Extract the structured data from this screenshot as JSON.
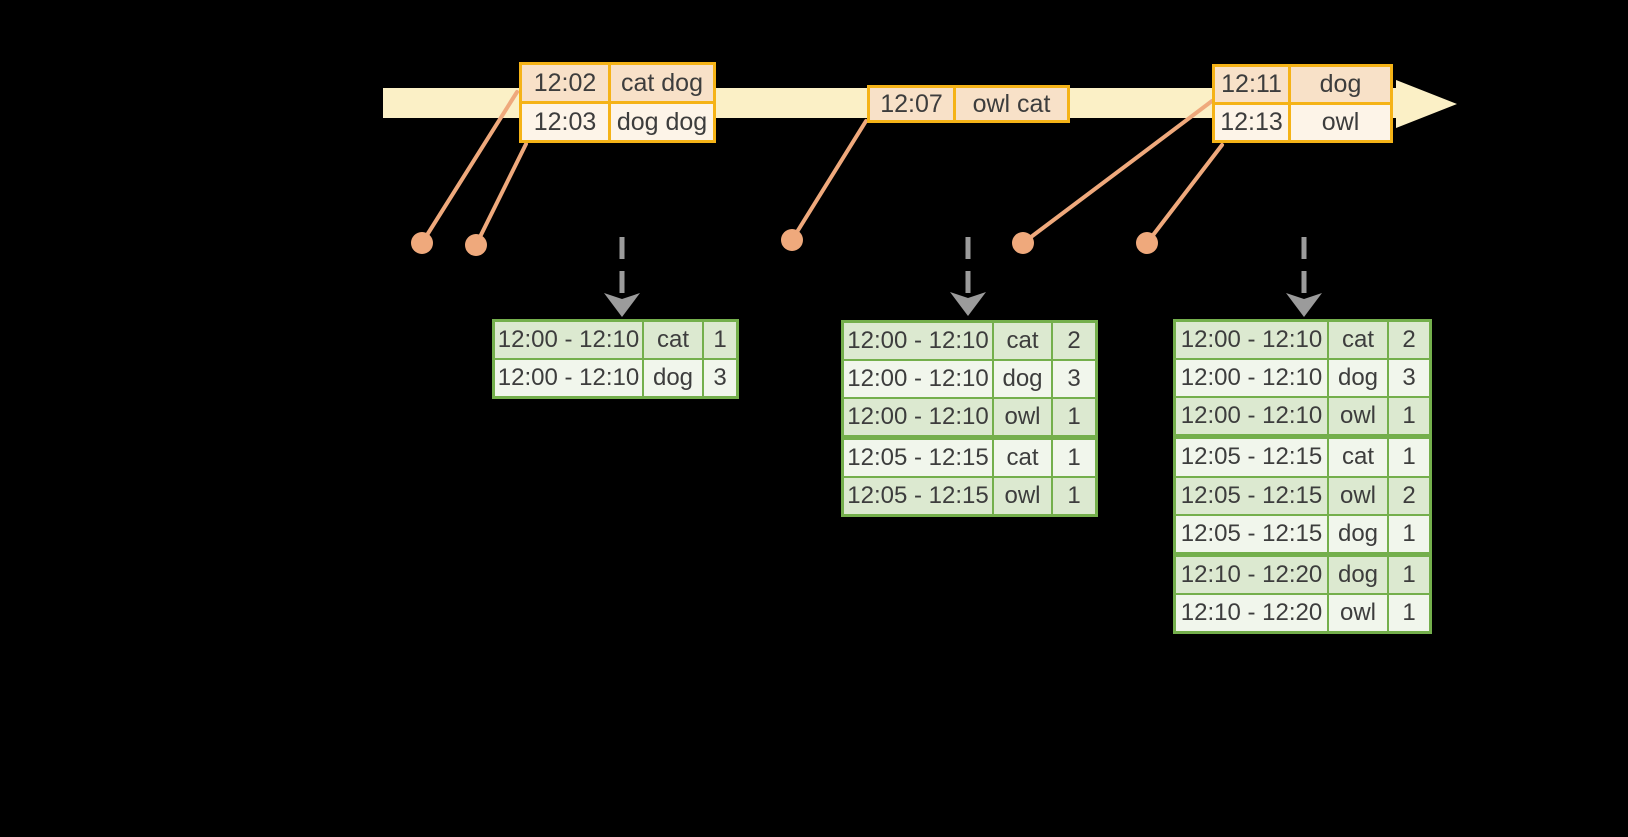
{
  "colors": {
    "background": "#000000",
    "timeline-fill": "#FBF0C6",
    "orange-border": "#F5B317",
    "peach-row": "#F8E1C8",
    "cream-row": "#FDF4E8",
    "salmon": "#EFA97C",
    "gray-arrow": "#9B9B9B",
    "green-border": "#74AF4C",
    "green-row-a": "#DCE9D0",
    "green-row-b": "#F1F6EC",
    "ink": "#3D3D3D"
  },
  "event_tables": [
    {
      "id": "ot-a",
      "rows": [
        [
          "12:02",
          "cat dog"
        ],
        [
          "12:03",
          "dog dog"
        ]
      ]
    },
    {
      "id": "ot-b",
      "rows": [
        [
          "12:07",
          "owl cat"
        ]
      ]
    },
    {
      "id": "ot-c",
      "rows": [
        [
          "12:11",
          "dog"
        ],
        [
          "12:13",
          "owl"
        ]
      ]
    }
  ],
  "result_tables": [
    {
      "id": "gt1",
      "rows": [
        [
          "12:00 - 12:10",
          "cat",
          "1"
        ],
        [
          "12:00 - 12:10",
          "dog",
          "3"
        ]
      ],
      "group_starts": []
    },
    {
      "id": "gt2",
      "rows": [
        [
          "12:00 - 12:10",
          "cat",
          "2"
        ],
        [
          "12:00 - 12:10",
          "dog",
          "3"
        ],
        [
          "12:00 - 12:10",
          "owl",
          "1"
        ],
        [
          "12:05 - 12:15",
          "cat",
          "1"
        ],
        [
          "12:05 - 12:15",
          "owl",
          "1"
        ]
      ],
      "group_starts": [
        3
      ]
    },
    {
      "id": "gt3",
      "rows": [
        [
          "12:00 - 12:10",
          "cat",
          "2"
        ],
        [
          "12:00 - 12:10",
          "dog",
          "3"
        ],
        [
          "12:00 - 12:10",
          "owl",
          "1"
        ],
        [
          "12:05 - 12:15",
          "cat",
          "1"
        ],
        [
          "12:05 - 12:15",
          "owl",
          "2"
        ],
        [
          "12:05 - 12:15",
          "dog",
          "1"
        ],
        [
          "12:10 - 12:20",
          "dog",
          "1"
        ],
        [
          "12:10 - 12:20",
          "owl",
          "1"
        ]
      ],
      "group_starts": [
        3,
        6
      ]
    }
  ]
}
